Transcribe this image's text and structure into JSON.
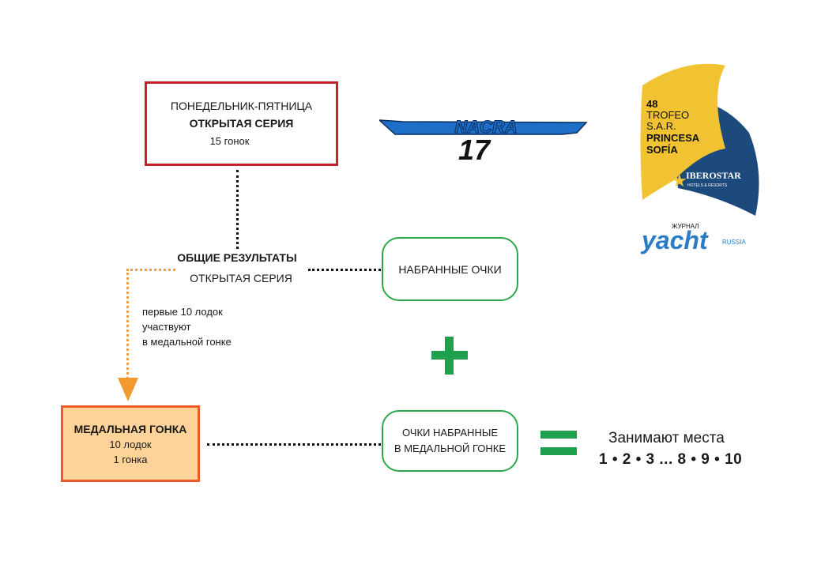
{
  "open_series_box": {
    "line1": "ПОНЕДЕЛЬНИК-ПЯТНИЦА",
    "line2": "ОТКРЫТАЯ СЕРИЯ",
    "line3": "15 гонок"
  },
  "overall_results": {
    "title": "ОБЩИЕ РЕЗУЛЬТАТЫ",
    "subtitle": "ОТКРЫТАЯ СЕРИЯ"
  },
  "qualify_note": {
    "lines": [
      "первые 10 лодок",
      "участвуют",
      "в медальной гонке"
    ]
  },
  "points_box": {
    "label": "НАБРАННЫЕ ОЧКИ"
  },
  "medal_points_box": {
    "line1": "ОЧКИ НАБРАННЫЕ",
    "line2": "В МЕДАЛЬНОЙ ГОНКЕ"
  },
  "medal_race_box": {
    "title": "МЕДАЛЬНАЯ ГОНКА",
    "line1": "10 лодок",
    "line2": "1 гонка"
  },
  "result": {
    "label": "Занимают места",
    "places": "1 • 2 • 3 ... 8 • 9 • 10"
  },
  "operators": {
    "plus": "plus-icon",
    "equals": "equals-icon"
  },
  "logos": {
    "nacra": {
      "word": "NACRA",
      "number": "17"
    },
    "trofeo": {
      "lines": [
        "48",
        "TROFEO",
        "S.A.R."
      ],
      "bold_lines": [
        "PRINCESA",
        "SOFÍA"
      ],
      "sponsor": "IBEROSTAR",
      "sponsor_sub": "HOTELS & RESORTS"
    },
    "yacht": {
      "top": "ЖУРНАЛ",
      "word": "yacht",
      "sub": "RUSSIA"
    }
  },
  "colors": {
    "red_border": "#c8202f",
    "orange_border": "#ec5a2a",
    "orange_fill": "#fdd39a",
    "orange_arrow": "#f39a2e",
    "green": "#1ea04c",
    "nacra_blue": "#1e6fc8",
    "trofeo_yellow": "#f1c232",
    "trofeo_navy": "#1d4a7d"
  }
}
